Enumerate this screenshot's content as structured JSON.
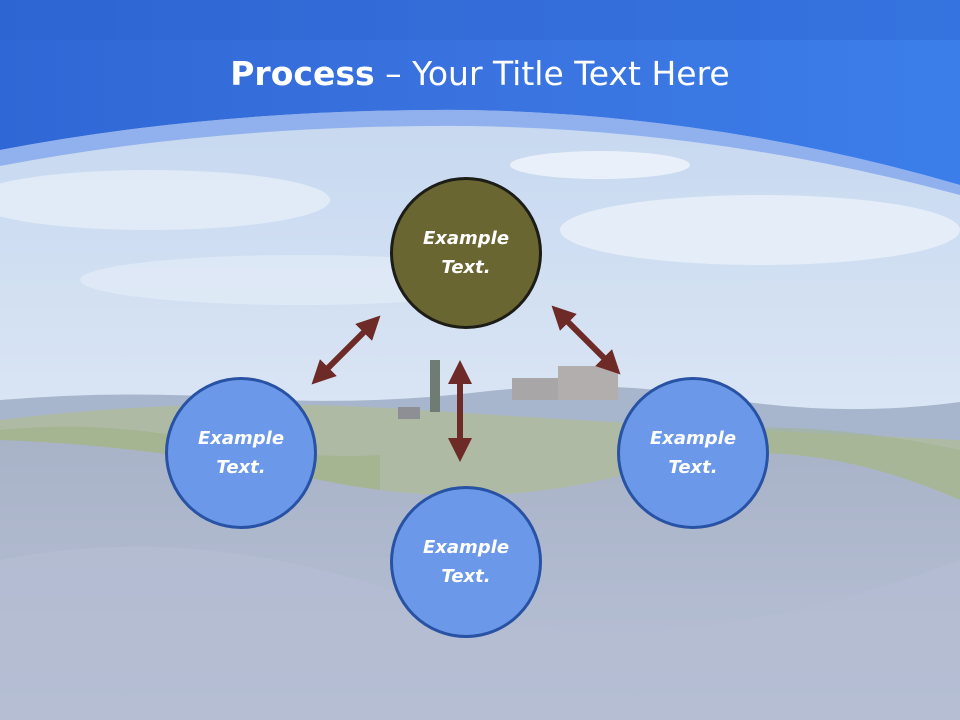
{
  "slide": {
    "title_bold": "Process",
    "title_rest": " – Your Title Text Here"
  },
  "diagram": {
    "center_node": "Example Text.",
    "left_node": "Example Text.",
    "bottom_node": "Example Text.",
    "right_node": "Example Text."
  },
  "colors": {
    "header_blue": "#3a74e0",
    "center_fill": "#6a6632",
    "satellite_fill": "#6b98e8",
    "arrow": "#6e2a26"
  }
}
